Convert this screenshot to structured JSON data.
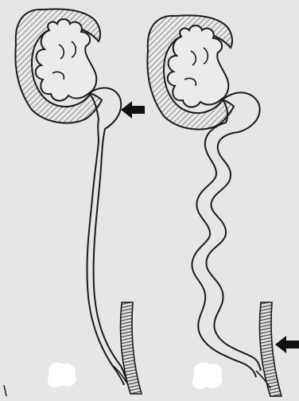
{
  "colors": {
    "paper": "#e6e6e6",
    "ink": "#1a1a1a",
    "hatch": "#6f6f6f"
  },
  "icons": [
    "arrow-icon"
  ],
  "figures": [
    {
      "kidney": "left-kidney",
      "ureter": "normal-ureter",
      "arrow": "pointing-at-renal-pelvis"
    },
    {
      "kidney": "right-kidney",
      "ureter": "dilated-tortuous-ureter",
      "arrow": "pointing-at-ureterovesical-junction"
    }
  ]
}
